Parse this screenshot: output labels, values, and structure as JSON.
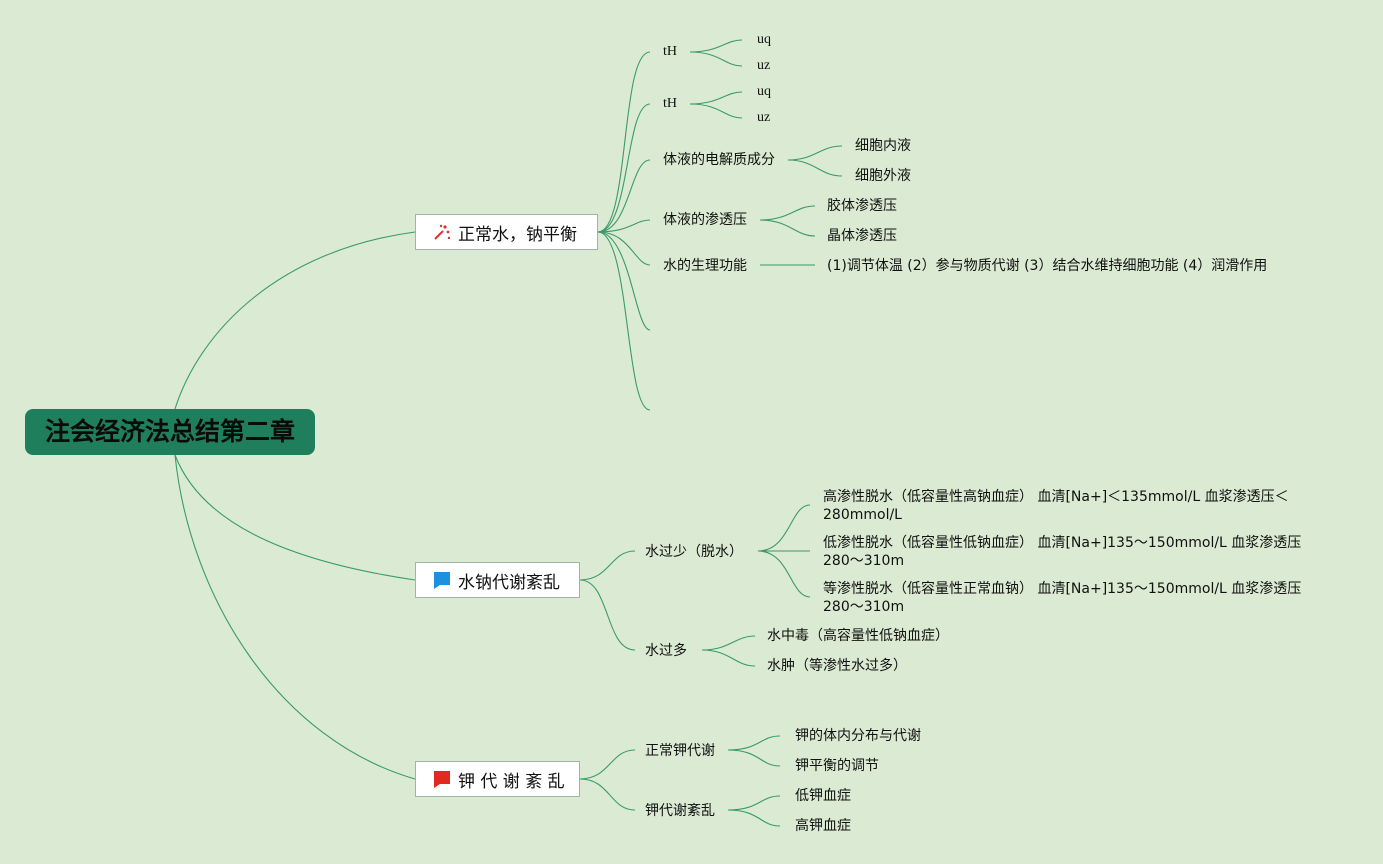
{
  "root": {
    "label": "注会经济法总结第二章"
  },
  "main_topics": [
    {
      "label": "正常水，钠平衡",
      "icon": "sparkle-icon"
    },
    {
      "label": "水钠代谢紊乱",
      "icon": "blue-flag-icon"
    },
    {
      "label": "钾 代 谢 紊 乱",
      "icon": "red-flag-icon"
    }
  ],
  "branch1": {
    "th1": {
      "label": "tH",
      "children": [
        "uq",
        "uz"
      ]
    },
    "th2": {
      "label": "tH",
      "children": [
        "uq",
        "uz"
      ]
    },
    "electrolyte": {
      "label": "体液的电解质成分",
      "children": [
        "细胞内液",
        "细胞外液"
      ]
    },
    "osmotic": {
      "label": "体液的渗透压",
      "children": [
        "胶体渗透压",
        "晶体渗透压"
      ]
    },
    "function": {
      "label": "水的生理功能",
      "child": "(1)调节体温 (2）参与物质代谢 (3）结合水维持细胞功能 (4）润滑作用"
    }
  },
  "branch2": {
    "dehydration": {
      "label": "水过少（脱水）",
      "children": [
        "高渗性脱水（低容量性高钠血症） 血清[Na+]＜135mmol/L 血浆渗透压＜280mmol/L",
        "低渗性脱水（低容量性低钠血症） 血清[Na+]135～150mmol/L 血浆渗透压280～310m",
        "等渗性脱水（低容量性正常血钠） 血清[Na+]135～150mmol/L 血浆渗透压280～310m"
      ]
    },
    "overhydration": {
      "label": "水过多",
      "children": [
        "水中毒（高容量性低钠血症）",
        "水肿（等渗性水过多）"
      ]
    }
  },
  "branch3": {
    "normal_k": {
      "label": "正常钾代谢",
      "children": [
        "钾的体内分布与代谢",
        "钾平衡的调节"
      ]
    },
    "k_disorder": {
      "label": "钾代谢紊乱",
      "children": [
        "低钾血症",
        "高钾血症"
      ]
    }
  },
  "colors": {
    "line": "#3a9a6a",
    "root_bg": "#1f7f5c",
    "background": "#dbead3"
  }
}
